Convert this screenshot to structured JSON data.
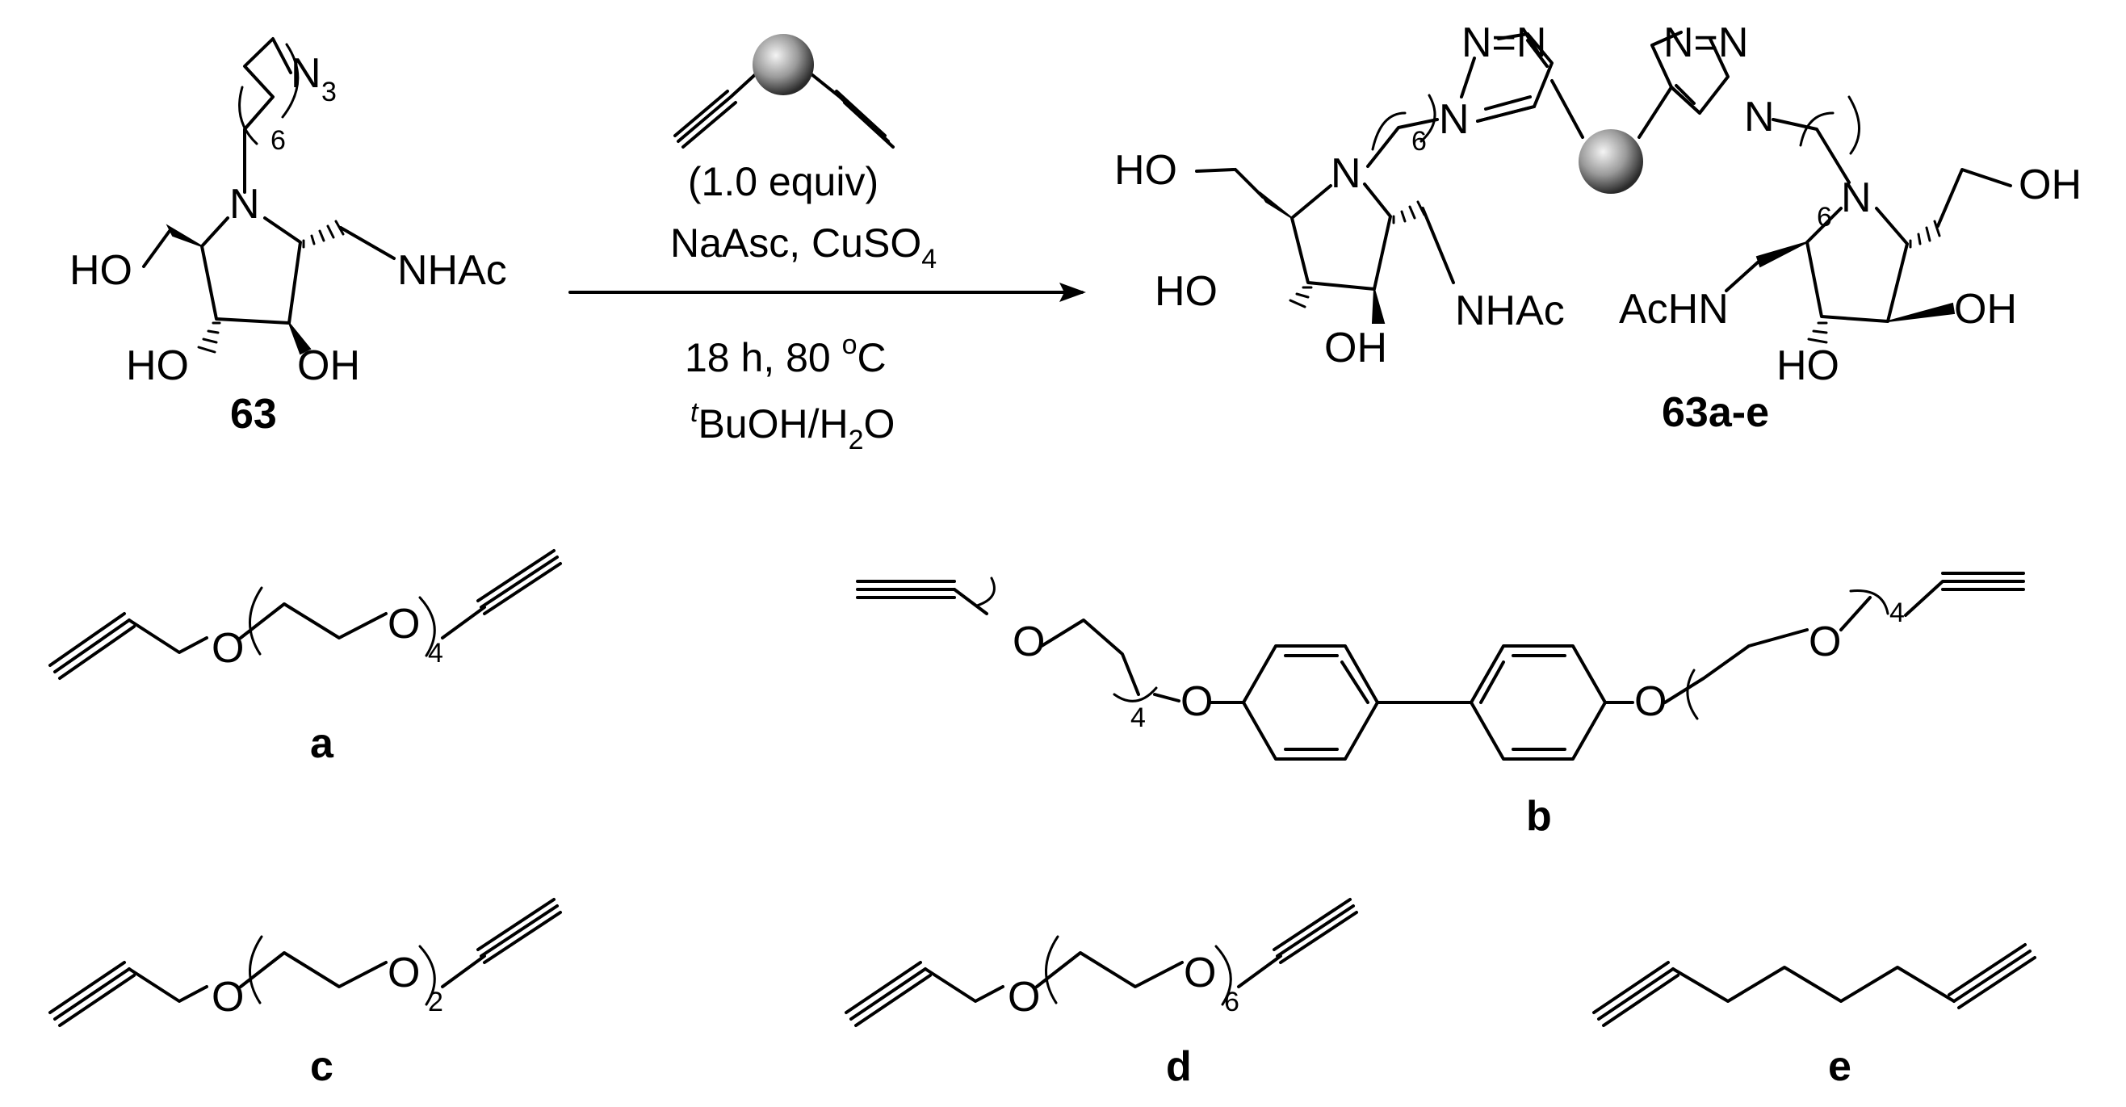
{
  "reactant": {
    "id": "63",
    "labels": {
      "n": "N",
      "n3": "N",
      "n3_sub": "3",
      "chain_n": "6",
      "ho_left": "HO",
      "nhac": "NHAc",
      "ho_bottom": "HO",
      "oh_bottom": "OH"
    }
  },
  "conditions": {
    "equiv": "(1.0 equiv)",
    "reagents_main": "NaAsc, CuSO",
    "reagents_sub": "4",
    "time_temp_main": "18 h, 80 ",
    "time_temp_sup": "o",
    "time_temp_unit": "C",
    "solvent_sup": "t",
    "solvent_mid": "BuOH/H",
    "solvent_sub": "2",
    "solvent_end": "O"
  },
  "product": {
    "id": "63a-e",
    "labels": {
      "n": "N",
      "ho": "HO",
      "oh": "OH",
      "nhac": "NHAc",
      "achn": "AcHN",
      "ho2": "HO",
      "oh2": "OH",
      "six": "6",
      "six2": "6",
      "triazole_n": "N",
      "triazole_eq": "N=N"
    }
  },
  "linkers": [
    {
      "id": "a",
      "n": "4"
    },
    {
      "id": "b",
      "n": "4",
      "n2": "4"
    },
    {
      "id": "c",
      "n": "2"
    },
    {
      "id": "d",
      "n": "6"
    },
    {
      "id": "e"
    }
  ],
  "atom_o": "O"
}
